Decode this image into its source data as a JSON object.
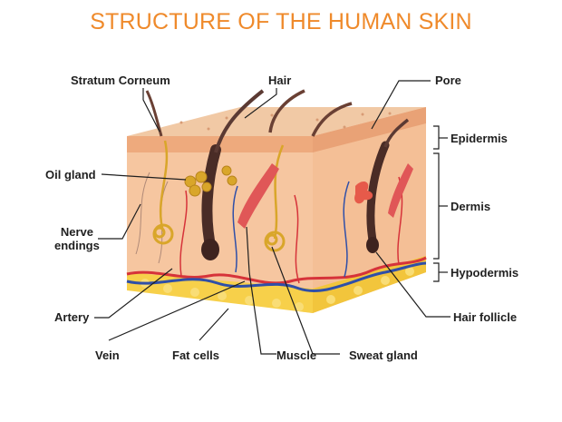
{
  "title": "STRUCTURE OF THE HUMAN SKIN",
  "labels": {
    "stratum_corneum": "Stratum Corneum",
    "hair": "Hair",
    "pore": "Pore",
    "epidermis": "Epidermis",
    "oil_gland": "Oil gland",
    "nerve_endings": "Nerve\nendings",
    "dermis": "Dermis",
    "hypodermis": "Hypodermis",
    "artery": "Artery",
    "hair_follicle": "Hair follicle",
    "vein": "Vein",
    "fat_cells": "Fat cells",
    "muscle": "Muscle",
    "sweat_gland": "Sweat gland"
  },
  "colors": {
    "title": "#ef8a2b",
    "epidermis_top": "#efb48a",
    "dermis": "#f6c6a0",
    "dermis_side": "#f1b88f",
    "fat": "#f7d04a",
    "artery": "#d6333a",
    "vein": "#2f4fa8",
    "hair": "#5b3a33",
    "gland": "#d9a62a",
    "muscle": "#e05757"
  }
}
